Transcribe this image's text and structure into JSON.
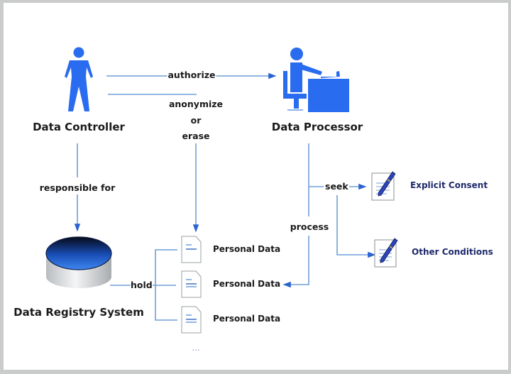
{
  "colors": {
    "icon_blue": "#2a6cf0",
    "line_blue": "#6f9fd8",
    "arrow_blue": "#2a62d0",
    "text": "#1a1a1a",
    "condition_text": "#1f2a6b",
    "frame_border": "#c9cccb",
    "background": "#ffffff"
  },
  "nodes": {
    "controller": {
      "label": "Data Controller",
      "icon": "person-icon"
    },
    "processor": {
      "label": "Data Processor",
      "icon": "worker-at-desk-icon"
    },
    "registry": {
      "label": "Data Registry System",
      "icon": "database-cylinder-icon"
    },
    "personal_data": [
      {
        "label": "Personal Data",
        "icon": "document-icon"
      },
      {
        "label": "Personal Data",
        "icon": "document-icon"
      },
      {
        "label": "Personal Data",
        "icon": "document-icon"
      }
    ],
    "ellipsis": "...",
    "conditions": [
      {
        "label": "Explicit Consent",
        "icon": "signed-document-pen-icon"
      },
      {
        "label": "Other Conditions",
        "icon": "signed-document-pen-icon"
      }
    ]
  },
  "edges": {
    "authorize": "authorize",
    "anonymize_line1": "anonymize",
    "anonymize_line2": "or",
    "anonymize_line3": "erase",
    "responsible_for": "responsible for",
    "hold": "hold",
    "process": "process",
    "seek": "seek"
  }
}
